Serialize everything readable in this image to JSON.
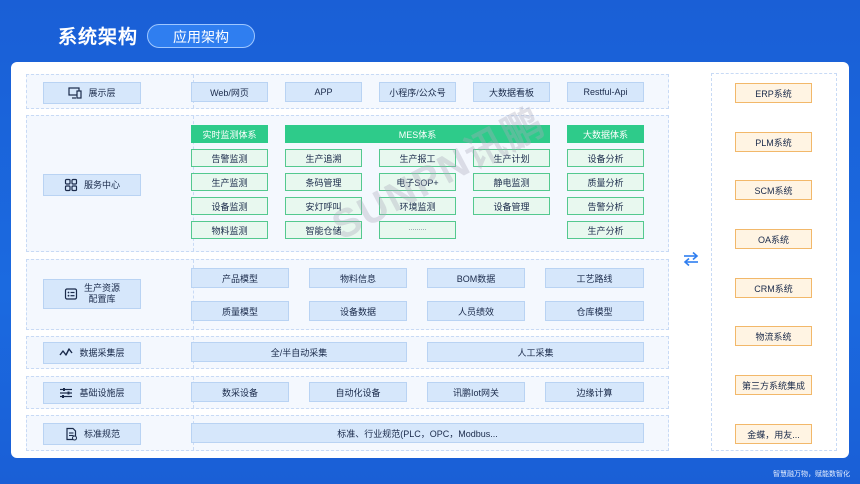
{
  "header": {
    "title": "系统架构",
    "subtitle": "应用架构"
  },
  "layers": {
    "display": {
      "label": "展示层",
      "items": [
        "Web/网页",
        "APP",
        "小程序/公众号",
        "大数据看板",
        "Restful-Api"
      ]
    },
    "service": {
      "label": "服务中心",
      "realtime": {
        "title": "实时监测体系",
        "items": [
          "告警监测",
          "生产监测",
          "设备监测",
          "物料监测"
        ]
      },
      "mes": {
        "title": "MES体系",
        "items": [
          "生产追溯",
          "生产报工",
          "生产计划",
          "条码管理",
          "电子SOP+",
          "静电监测",
          "安灯呼叫",
          "环境监测",
          "设备管理",
          "智能仓储",
          "·········"
        ]
      },
      "bigdata": {
        "title": "大数据体系",
        "items": [
          "设备分析",
          "质量分析",
          "告警分析",
          "生产分析"
        ]
      }
    },
    "resource": {
      "label_line1": "生产资源",
      "label_line2": "配置库",
      "items": [
        "产品模型",
        "物料信息",
        "BOM数据",
        "工艺路线",
        "质量模型",
        "设备数据",
        "人员绩效",
        "仓库模型"
      ]
    },
    "collection": {
      "label": "数据采集层",
      "items": [
        "全/半自动采集",
        "人工采集"
      ]
    },
    "infra": {
      "label": "基础设施层",
      "items": [
        "数采设备",
        "自动化设备",
        "讯鹏Iot网关",
        "边缘计算"
      ]
    },
    "standard": {
      "label": "标准规范",
      "items": [
        "标准、行业规范(PLC，OPC，Modbus..."
      ]
    }
  },
  "systems": [
    "ERP系统",
    "PLM系统",
    "SCM系统",
    "OA系统",
    "CRM系统",
    "物流系统",
    "第三方系统集成",
    "金蝶，用友..."
  ],
  "watermark": "SUNPN讯鹏",
  "footer": "智慧融万物，赋能数智化",
  "colors": {
    "background": "#1a5fd6",
    "green_header": "#2ecb8a",
    "green_border": "#54c98f",
    "blue_box": "#d6e7fb",
    "orange_border": "#f2b86a",
    "orange_fill": "#fff4e3"
  },
  "icons": {
    "display": "monitor-icon",
    "service": "grid-icon",
    "resource": "database-card-icon",
    "collection": "pulse-icon",
    "infra": "sliders-icon",
    "standard": "document-icon",
    "exchange": "exchange-arrows-icon"
  }
}
